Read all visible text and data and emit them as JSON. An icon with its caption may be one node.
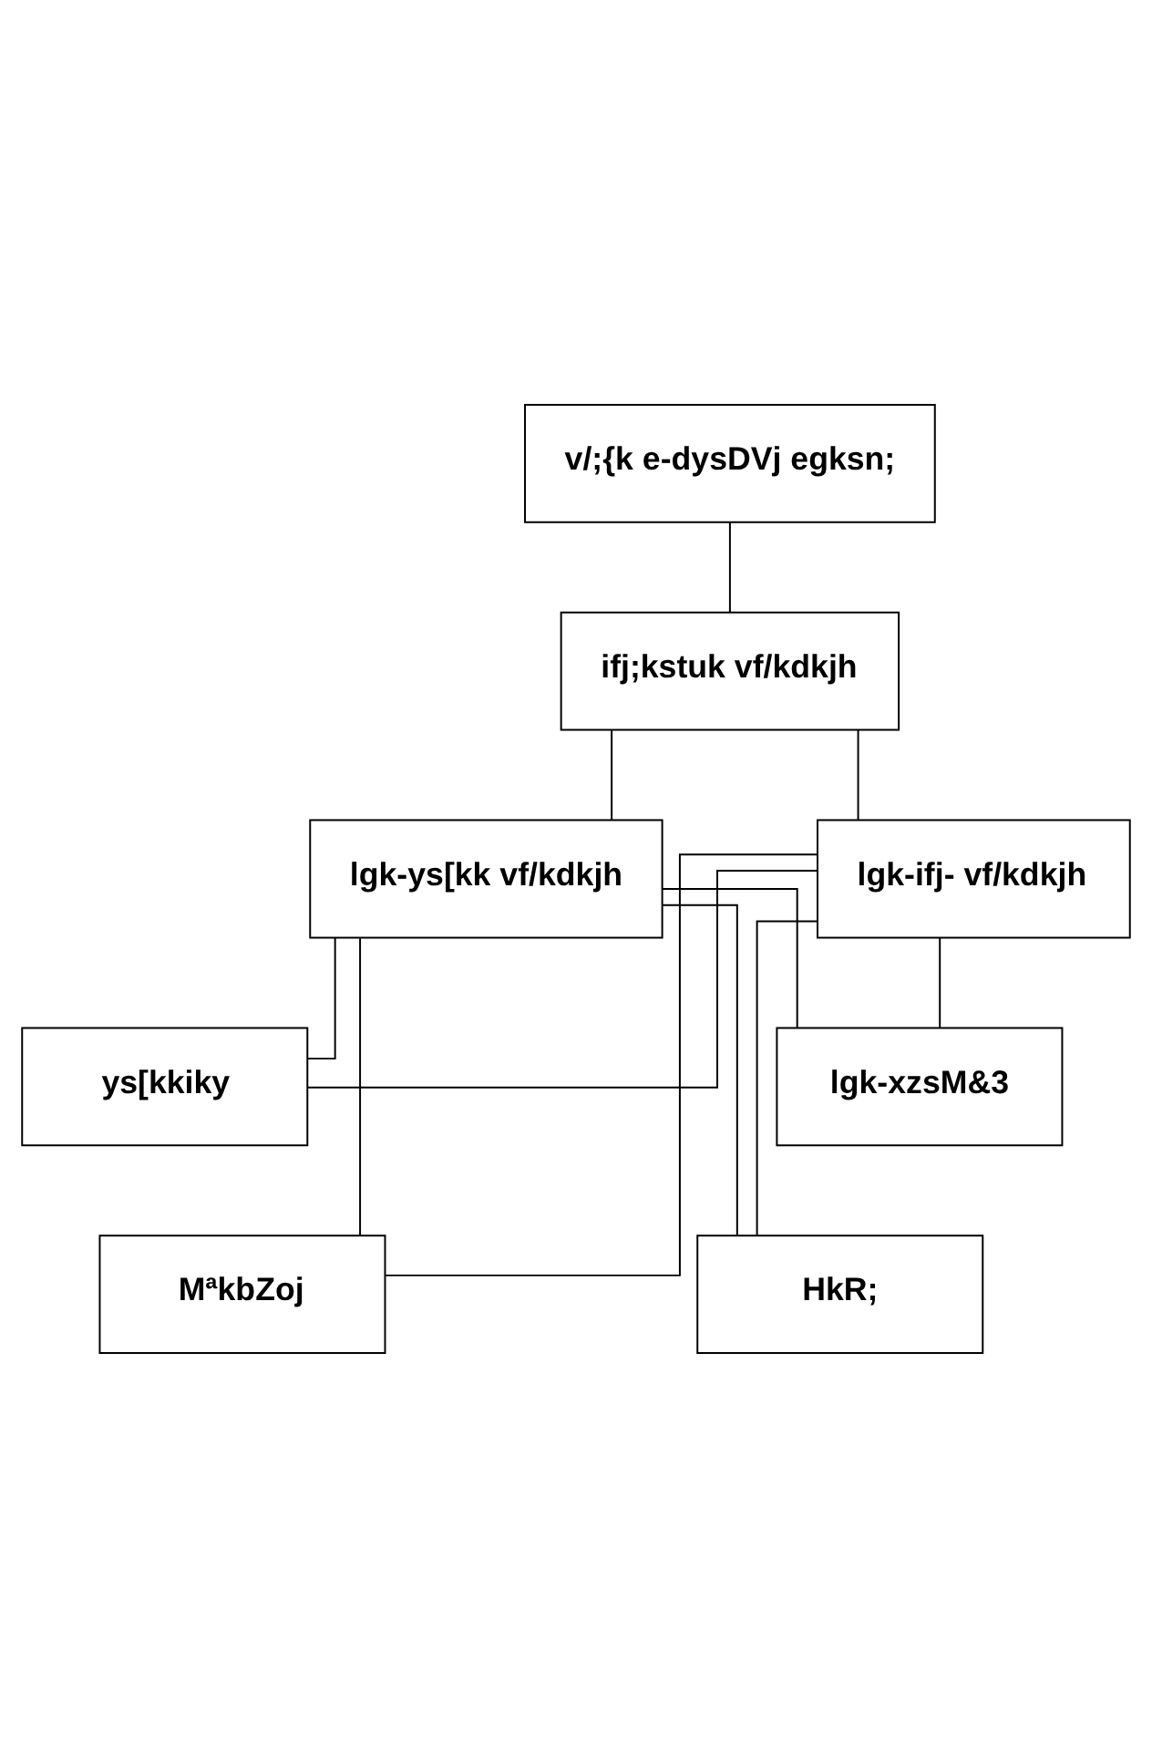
{
  "diagram": {
    "nodes": [
      {
        "text": [
          "v/;{k e-dysDVj egksn;"
        ]
      },
      {
        "text": [
          "ifj;kstuk vf/kdkjh"
        ]
      },
      {
        "text": [
          "lgk-ys[kk vf/kdkjh"
        ]
      },
      {
        "text": [
          "lgk-ifj- vf/kdkjh"
        ]
      },
      {
        "text": [
          "ys[kkiky"
        ]
      },
      {
        "text": [
          "lgk-xzsM&3"
        ]
      },
      {
        "text": [
          "MªkbZoj"
        ]
      },
      {
        "text": [
          "HkR;"
        ]
      }
    ],
    "edges": [
      {
        "from": 0,
        "to": 1,
        "arrow": "none"
      },
      {
        "from": 1,
        "to": 2,
        "arrow": "none"
      },
      {
        "from": 1,
        "to": 3,
        "arrow": "none"
      },
      {
        "from": 2,
        "to": 4,
        "arrow": "none"
      },
      {
        "from": 2,
        "to": 5,
        "arrow": "none"
      },
      {
        "from": 2,
        "to": 6,
        "arrow": "none"
      },
      {
        "from": 2,
        "to": 7,
        "arrow": "none"
      },
      {
        "from": 3,
        "to": 4,
        "arrow": "none"
      },
      {
        "from": 3,
        "to": 5,
        "arrow": "none"
      },
      {
        "from": 3,
        "to": 6,
        "arrow": "none"
      },
      {
        "from": 3,
        "to": 7,
        "arrow": "none"
      }
    ]
  }
}
